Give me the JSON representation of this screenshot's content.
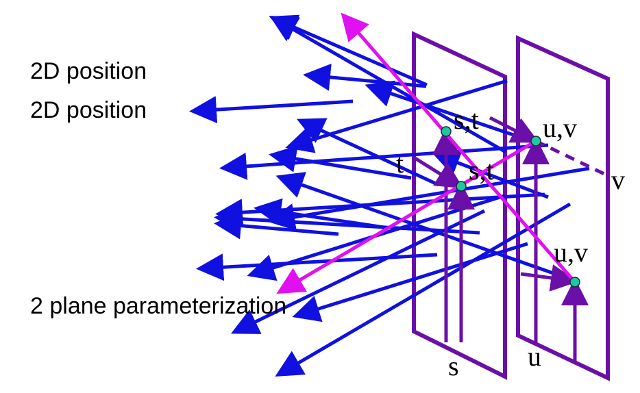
{
  "labels": {
    "line1": "2D position",
    "line2": "2D position",
    "line3": "2 plane parameterization"
  },
  "axis_labels": {
    "s": "s",
    "t": "t",
    "u": "u",
    "v": "v",
    "st_upper": "s,t",
    "st_lower": "s,t",
    "uv_upper": "u,v",
    "uv_lower": "u,v"
  },
  "colors": {
    "ray": "#1010e0",
    "highlight_ray": "#e010f0",
    "plane": "#6a10a8",
    "point": "#20c8a0",
    "text": "#000000"
  }
}
